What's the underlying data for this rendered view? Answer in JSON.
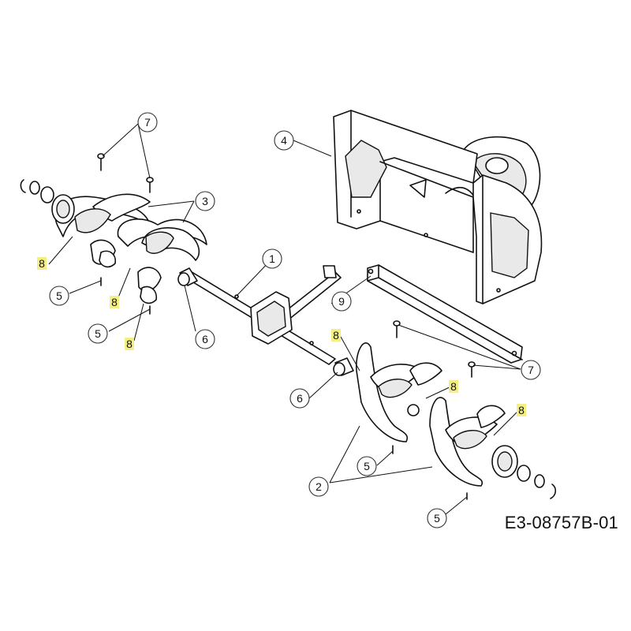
{
  "drawing_code": "E3-08757B-01",
  "colors": {
    "line": "#111111",
    "highlight": "#f4ef82"
  },
  "parts": [
    {
      "id": "c1",
      "label": "1"
    },
    {
      "id": "c2",
      "label": "2"
    },
    {
      "id": "c3",
      "label": "3"
    },
    {
      "id": "c4",
      "label": "4"
    },
    {
      "id": "c5a",
      "label": "5"
    },
    {
      "id": "c5b",
      "label": "5"
    },
    {
      "id": "c5c",
      "label": "5"
    },
    {
      "id": "c5d",
      "label": "5"
    },
    {
      "id": "c6a",
      "label": "6"
    },
    {
      "id": "c6b",
      "label": "6"
    },
    {
      "id": "c7a",
      "label": "7"
    },
    {
      "id": "c7b",
      "label": "7"
    },
    {
      "id": "c8a",
      "label": "8"
    },
    {
      "id": "c8b",
      "label": "8"
    },
    {
      "id": "c8c",
      "label": "8"
    },
    {
      "id": "c8d",
      "label": "8"
    },
    {
      "id": "c8e",
      "label": "8"
    },
    {
      "id": "c8f",
      "label": "8"
    },
    {
      "id": "c9",
      "label": "9"
    }
  ]
}
